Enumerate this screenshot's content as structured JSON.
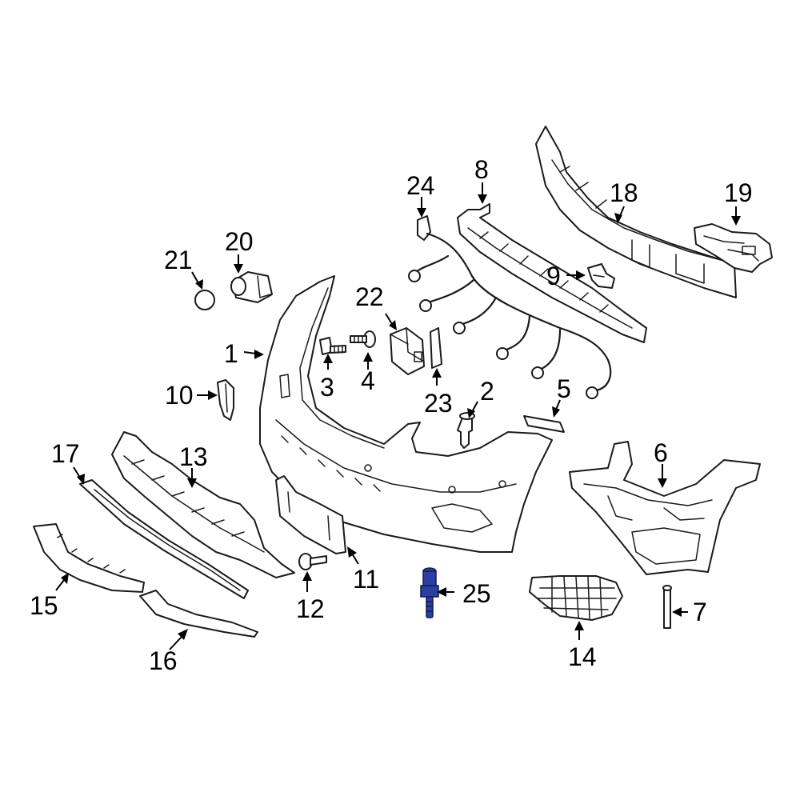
{
  "callouts": {
    "c1": "1",
    "c2": "2",
    "c3": "3",
    "c4": "4",
    "c5": "5",
    "c6": "6",
    "c7": "7",
    "c8": "8",
    "c9": "9",
    "c10": "10",
    "c11": "11",
    "c12": "12",
    "c13": "13",
    "c14": "14",
    "c15": "15",
    "c16": "16",
    "c17": "17",
    "c18": "18",
    "c19": "19",
    "c20": "20",
    "c21": "21",
    "c22": "22",
    "c23": "23",
    "c24": "24",
    "c25": "25"
  },
  "colors": {
    "highlighted_part": "#2b3f9e",
    "line": "#1a1a1a",
    "background": "#ffffff"
  },
  "highlighted_part": "25"
}
